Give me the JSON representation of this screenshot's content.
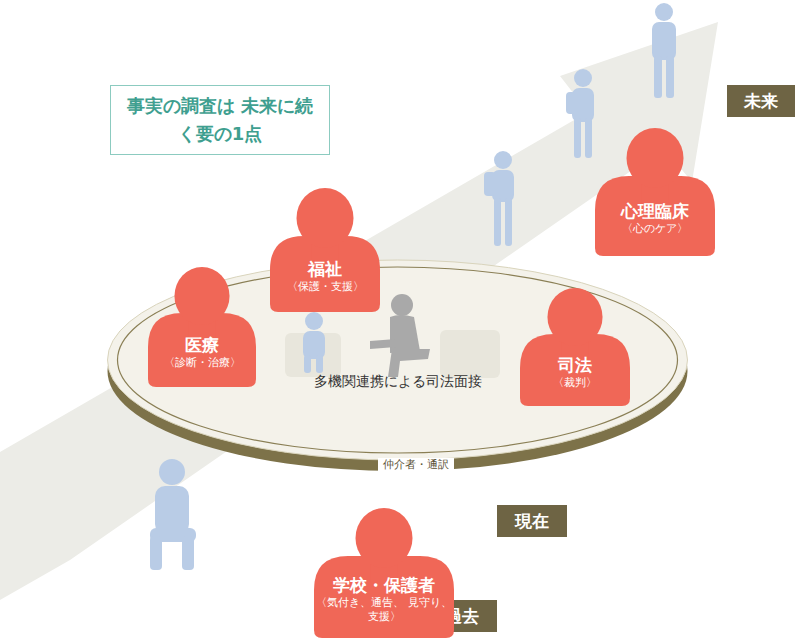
{
  "diagram": {
    "nodes": [
      {
        "text": [
          "事実の調査は 未来に続く要の1点"
        ]
      },
      {
        "text": [
          "未来"
        ]
      },
      {
        "text": [
          "心理臨床",
          "〈心のケア〉"
        ]
      },
      {
        "text": [
          "福祉",
          "〈保護・支援〉"
        ]
      },
      {
        "text": [
          "医療",
          "〈診断・治療〉"
        ]
      },
      {
        "text": [
          "多機関連携による司法面接",
          "仲介者・通訳"
        ]
      },
      {
        "text": [
          "司法",
          "〈裁判〉"
        ]
      },
      {
        "text": [
          "現在"
        ]
      },
      {
        "text": [
          "学校・保護者",
          "〈気付き、通告、 見守り、支援〉"
        ]
      },
      {
        "text": [
          "過去"
        ]
      }
    ]
  }
}
